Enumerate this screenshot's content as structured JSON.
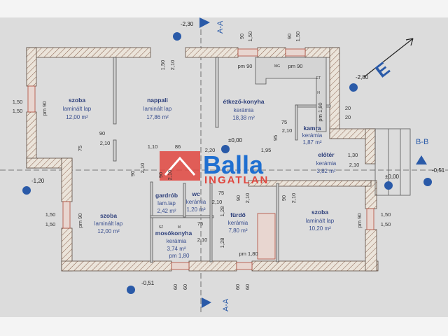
{
  "rooms": [
    {
      "name": "szoba",
      "floor": "laminált lap",
      "area": "12,00 m²"
    },
    {
      "name": "nappali",
      "floor": "laminált lap",
      "area": "17,86 m²"
    },
    {
      "name": "étkező-konyha",
      "floor": "kerámia",
      "area": "18,38 m²"
    },
    {
      "name": "kamra",
      "floor": "kerámia",
      "area": "1,87 m²"
    },
    {
      "name": "előtér",
      "floor": "kerámia",
      "area": "3,82 m²"
    },
    {
      "name": "szoba",
      "floor": "laminált lap",
      "area": "12,00 m²"
    },
    {
      "name": "gardrób",
      "floor": "lam.lap",
      "area": "2,42 m²"
    },
    {
      "name": "wc",
      "floor": "kerámia",
      "area": "1,20 m²"
    },
    {
      "name": "mosókonyha",
      "floor": "kerámia",
      "area": "3,74 m²",
      "extra": "pm 1,80"
    },
    {
      "name": "fürdő",
      "floor": "kerámia",
      "area": "7,80 m²"
    },
    {
      "name": "szoba",
      "floor": "laminált lap",
      "area": "10,20 m²"
    }
  ],
  "elevations": [
    "-2,30",
    "-2,80",
    "±0,00",
    "-1,20",
    "-0,51",
    "-0,51",
    "±0,00"
  ],
  "sections": [
    "A-A",
    "A-A",
    "B-B"
  ],
  "dims": [
    "1,50",
    "1,50",
    "pm 90",
    "90",
    "2,10",
    "75",
    "1,50",
    "2,10",
    "1,10",
    "86",
    "90",
    "1,50",
    "90",
    "1,50",
    "pm 90",
    "MG",
    "pm 90",
    "ET",
    "H",
    "pm 1,80",
    "20",
    "20",
    "75",
    "2,10",
    "95",
    "1,30",
    "2,10",
    "2,10",
    "90",
    "90",
    "2,10",
    "2,20",
    "1,95",
    "1,50",
    "1,50",
    "pm 90",
    "75",
    "2,10",
    "1,28",
    "1,28",
    "75",
    "2,10",
    "SZ",
    "M",
    "pm 1,80",
    "90",
    "2,10",
    "90",
    "2,10",
    "1,50",
    "1,50",
    "pm 90",
    "60",
    "60",
    "60",
    "60"
  ],
  "watermark": {
    "brand": "Balla",
    "sub": "INGATLAN"
  },
  "colors": {
    "paper": "#dcdcdc",
    "wall": "#8a6250",
    "blue": "#2a5aa8",
    "red": "#e0473f"
  }
}
